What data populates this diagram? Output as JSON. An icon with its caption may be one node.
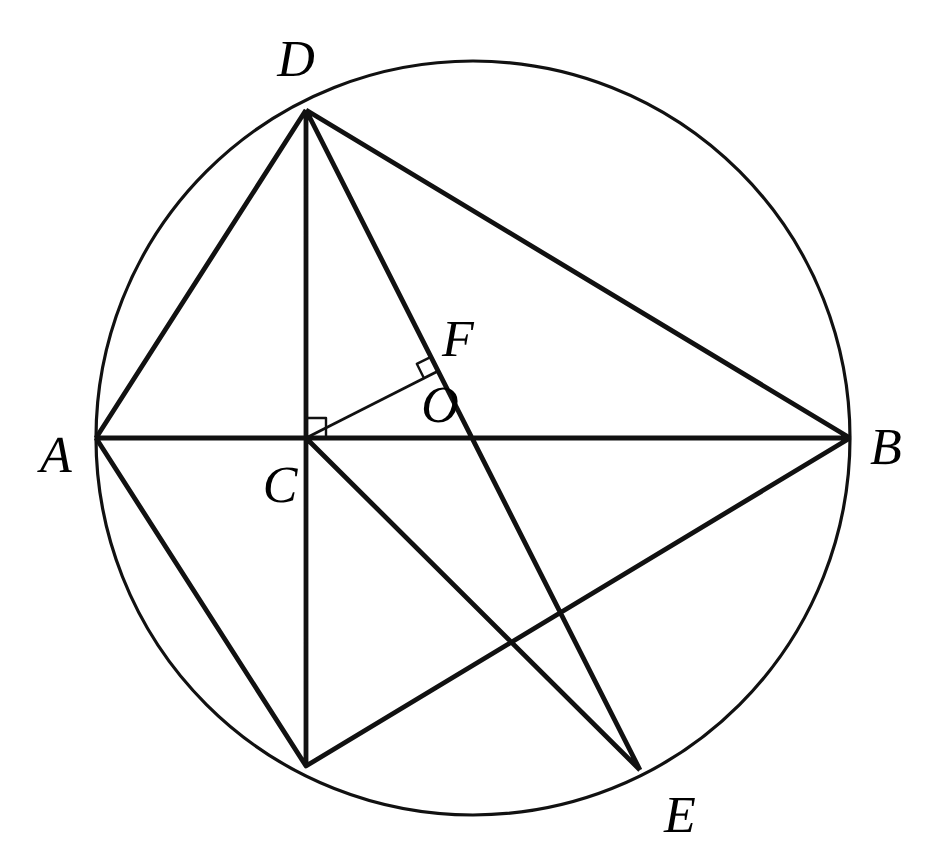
{
  "diagram": {
    "labels": [
      "D",
      "F",
      "A",
      "O",
      "C",
      "B",
      "E"
    ]
  }
}
